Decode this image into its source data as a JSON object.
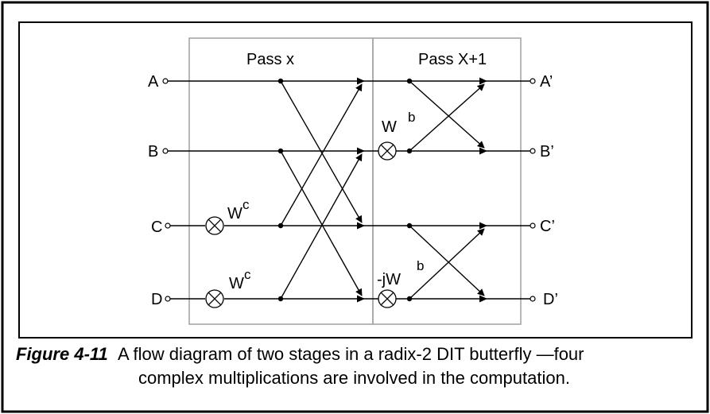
{
  "passes": {
    "left": "Pass x",
    "right": "Pass X+1"
  },
  "inputs": [
    "A",
    "B",
    "C",
    "D"
  ],
  "outputs": [
    "A’",
    "B’",
    "C’",
    "D’"
  ],
  "twiddles": {
    "c_top": {
      "base": "W",
      "sup": "c"
    },
    "c_bottom": {
      "base": "W",
      "sup": "c"
    },
    "b_top": {
      "base": "W",
      "sup": "b"
    },
    "b_bottom": {
      "base": "-jW",
      "sup": "b"
    }
  },
  "caption": {
    "figure_label": "Figure 4-11",
    "line1": "A flow diagram of two stages in a radix-2 DIT butterfly —four",
    "line2": "complex multiplications are involved in the computation."
  }
}
